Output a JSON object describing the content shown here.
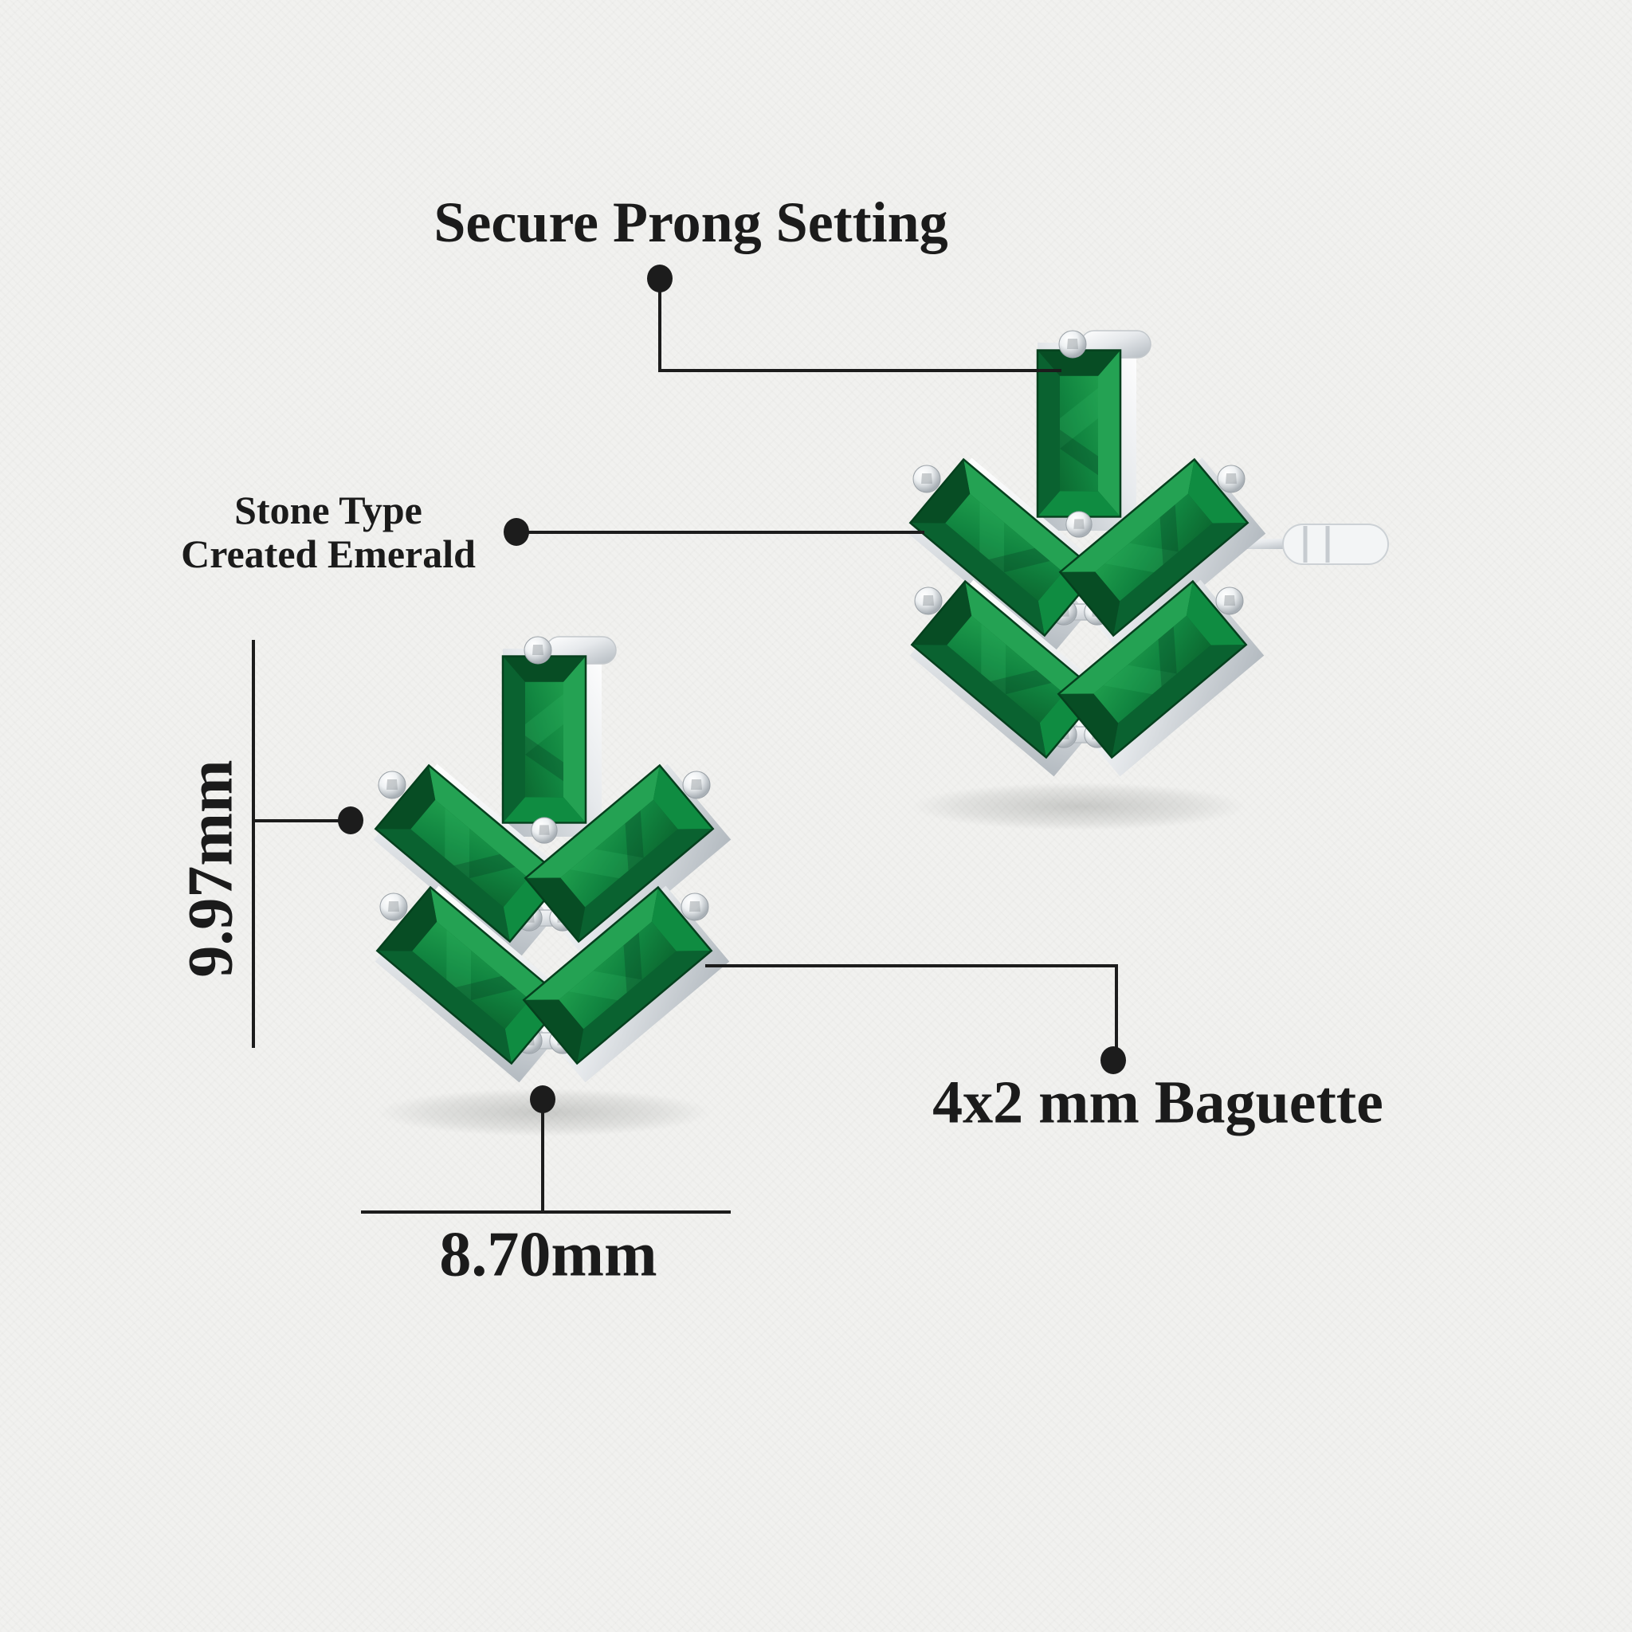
{
  "annotations": {
    "prong_setting": {
      "label": "Secure Prong Setting"
    },
    "stone_type": {
      "line1": "Stone Type",
      "line2": "Created Emerald"
    },
    "height_dimension": {
      "label": "9.97mm"
    },
    "width_dimension": {
      "label": "8.70mm"
    },
    "stone_size": {
      "label": "4x2 mm Baguette"
    }
  },
  "colors": {
    "background": "#f1f1ef",
    "text": "#1b1b1b",
    "leader_line": "#1c1c1c",
    "emerald": "#118540",
    "emerald_dark": "#085226",
    "emerald_light": "#25a355",
    "metal_silver": "#e6e9ec"
  }
}
